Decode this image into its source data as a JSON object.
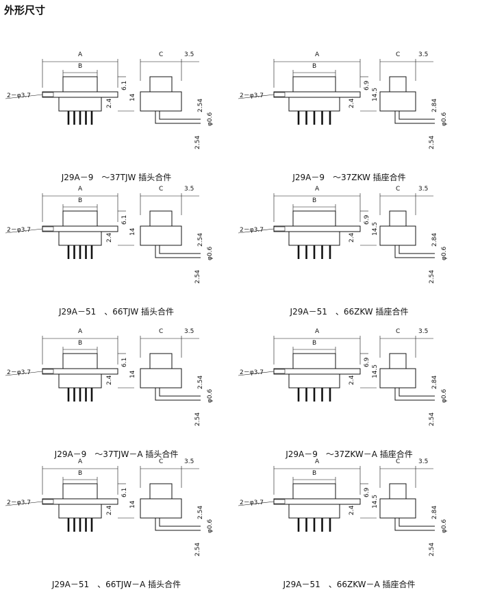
{
  "page": {
    "title": "外形尺寸"
  },
  "labels": {
    "A": "A",
    "B": "B",
    "C": "C",
    "c_width": "3.5",
    "dim_top": "6.1",
    "dim_height": "14",
    "dim_side": "2.4",
    "dim_top_zk": "6.9",
    "dim_height_zk": "14.5",
    "hole": "2－φ3.7",
    "pitch": "2.54",
    "pin_dia": "φ0.6",
    "offset": "2.84"
  },
  "drawings": [
    {
      "id": "j29a-9-37tjw",
      "variant": "TJW",
      "caption": "J29A－9　～37TJW 插头合件"
    },
    {
      "id": "j29a-9-37zkw",
      "variant": "ZKW",
      "caption": "J29A－9　～37ZKW 插座合件"
    },
    {
      "id": "j29a-51-66tjw",
      "variant": "TJW",
      "caption": "J29A－51　、66TJW 插头合件"
    },
    {
      "id": "j29a-51-66zkw",
      "variant": "ZKW",
      "caption": "J29A－51　、66ZKW 插座合件"
    },
    {
      "id": "j29a-9-37tjw-a",
      "variant": "TJW",
      "caption": "J29A－9　～37TJW－A 插头合件"
    },
    {
      "id": "j29a-9-37zkw-a",
      "variant": "ZKW",
      "caption": "J29A－9　～37ZKW－A 插座合件"
    },
    {
      "id": "j29a-51-66tjw-a",
      "variant": "TJW",
      "caption": "J29A－51　、66TJW－A 插头合件"
    },
    {
      "id": "j29a-51-66zkw-a",
      "variant": "ZKW",
      "caption": "J29A－51　、66ZKW－A 插座合件"
    }
  ]
}
